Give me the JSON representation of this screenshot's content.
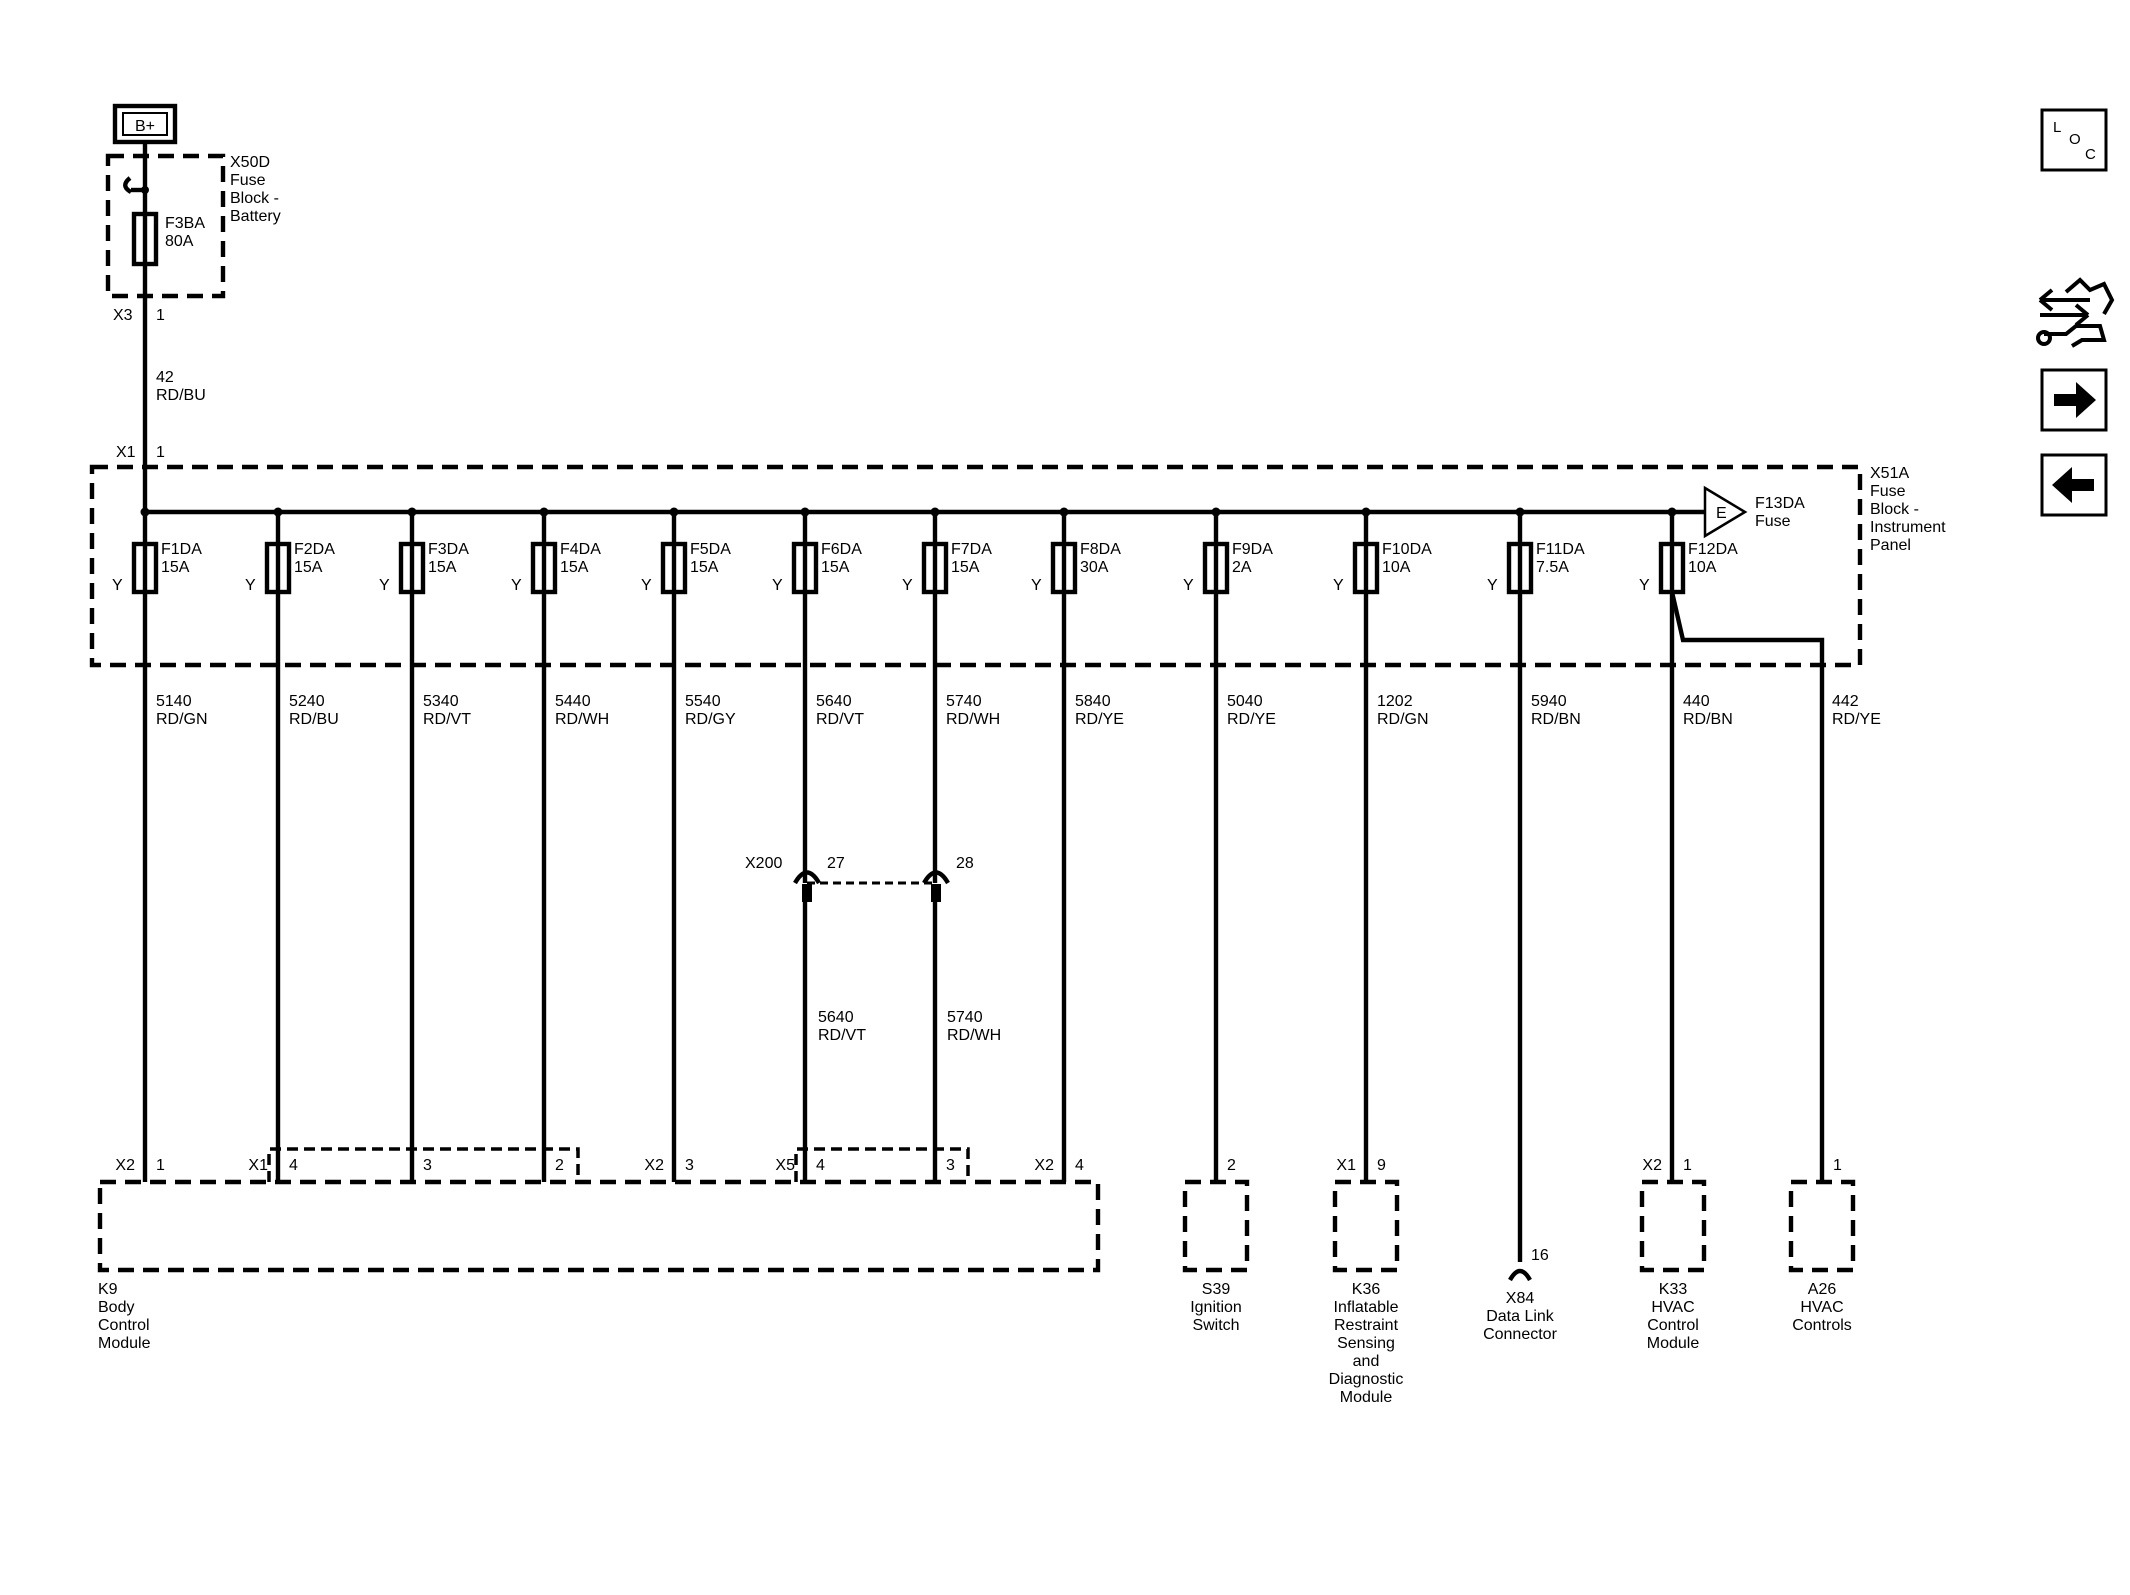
{
  "supply": {
    "label": "B+"
  },
  "fuse_block_battery": {
    "name_lines": [
      "X50D",
      "Fuse",
      "Block -",
      "Battery"
    ],
    "fuse": {
      "name": "F3BA",
      "rating": "80A"
    },
    "out_connector": "X3",
    "out_pin": "1"
  },
  "feed_wire": {
    "circuit": "42",
    "color": "RD/BU"
  },
  "fuse_block_ip": {
    "name_lines": [
      "X51A",
      "Fuse",
      "Block -",
      "Instrument",
      "Panel"
    ],
    "in_connector": "X1",
    "in_pin": "1",
    "extra_fuse": {
      "name": "F13DA",
      "label": "Fuse",
      "marker": "E"
    },
    "fuses": [
      {
        "name": "F1DA",
        "rating": "15A",
        "terminal": "Y",
        "circuit": "5140",
        "color": "RD/GN"
      },
      {
        "name": "F2DA",
        "rating": "15A",
        "terminal": "Y",
        "circuit": "5240",
        "color": "RD/BU"
      },
      {
        "name": "F3DA",
        "rating": "15A",
        "terminal": "Y",
        "circuit": "5340",
        "color": "RD/VT"
      },
      {
        "name": "F4DA",
        "rating": "15A",
        "terminal": "Y",
        "circuit": "5440",
        "color": "RD/WH"
      },
      {
        "name": "F5DA",
        "rating": "15A",
        "terminal": "Y",
        "circuit": "5540",
        "color": "RD/GY"
      },
      {
        "name": "F6DA",
        "rating": "15A",
        "terminal": "Y",
        "circuit": "5640",
        "color": "RD/VT"
      },
      {
        "name": "F7DA",
        "rating": "15A",
        "terminal": "Y",
        "circuit": "5740",
        "color": "RD/WH"
      },
      {
        "name": "F8DA",
        "rating": "30A",
        "terminal": "Y",
        "circuit": "5840",
        "color": "RD/YE"
      },
      {
        "name": "F9DA",
        "rating": "2A",
        "terminal": "Y",
        "circuit": "5040",
        "color": "RD/YE"
      },
      {
        "name": "F10DA",
        "rating": "10A",
        "terminal": "Y",
        "circuit": "1202",
        "color": "RD/GN"
      },
      {
        "name": "F11DA",
        "rating": "7.5A",
        "terminal": "Y",
        "circuit": "5940",
        "color": "RD/BN"
      },
      {
        "name": "F12DA",
        "rating": "10A",
        "terminal": "Y",
        "circuit": "440",
        "color": "RD/BN"
      }
    ],
    "branch": {
      "circuit": "442",
      "color": "RD/YE"
    }
  },
  "inline_connector": {
    "name": "X200",
    "pins": [
      {
        "pin": "27",
        "circuit": "5640",
        "color": "RD/VT"
      },
      {
        "pin": "28",
        "circuit": "5740",
        "color": "RD/WH"
      }
    ]
  },
  "component_pins": [
    {
      "connector": "X2",
      "pin": "1"
    },
    {
      "connector": "X1",
      "pin": "4"
    },
    {
      "connector": "",
      "pin": "3"
    },
    {
      "connector": "",
      "pin": "2"
    },
    {
      "connector": "X2",
      "pin": "3"
    },
    {
      "connector": "X5",
      "pin": "4"
    },
    {
      "connector": "",
      "pin": "3"
    },
    {
      "connector": "X2",
      "pin": "4"
    },
    {
      "connector": "",
      "pin": "2"
    },
    {
      "connector": "X1",
      "pin": "9"
    },
    {
      "connector": "",
      "pin": "16"
    },
    {
      "connector": "X2",
      "pin": "1"
    },
    {
      "connector": "",
      "pin": "1"
    }
  ],
  "components": [
    {
      "id": "k9",
      "lines": [
        "K9",
        "Body",
        "Control",
        "Module"
      ]
    },
    {
      "id": "s39",
      "lines": [
        "S39",
        "Ignition",
        "Switch"
      ]
    },
    {
      "id": "k36",
      "lines": [
        "K36",
        "Inflatable",
        "Restraint",
        "Sensing",
        "and",
        "Diagnostic",
        "Module"
      ]
    },
    {
      "id": "x84",
      "lines": [
        "X84",
        "Data Link",
        "Connector"
      ]
    },
    {
      "id": "k33",
      "lines": [
        "K33",
        "HVAC",
        "Control",
        "Module"
      ]
    },
    {
      "id": "a26",
      "lines": [
        "A26",
        "HVAC",
        "Controls"
      ]
    }
  ],
  "nav": {
    "loc_letters": [
      "L",
      "O",
      "C"
    ]
  }
}
